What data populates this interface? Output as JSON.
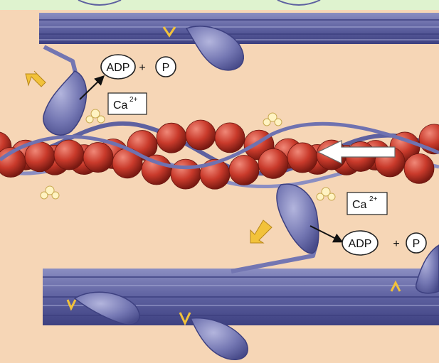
{
  "labels": {
    "ca_top": "Ca",
    "ca_top_sup": "2+",
    "ca_bottom": "Ca",
    "ca_bottom_sup": "2+",
    "adp_top": "ADP",
    "plus_top": "+",
    "p_top": "P",
    "adp_bottom": "ADP",
    "plus_bottom": "+",
    "p_bottom": "P"
  },
  "colors": {
    "top_band": "#dff3cf",
    "background": "#f6d6b6",
    "filament": "#5e61a0",
    "filament_light": "#8b8ec2",
    "actin": "#c93a2b",
    "myosin_head": "#7376b2",
    "arrow_yellow": "#f2c23a",
    "arrow_white": "#ffffff"
  }
}
